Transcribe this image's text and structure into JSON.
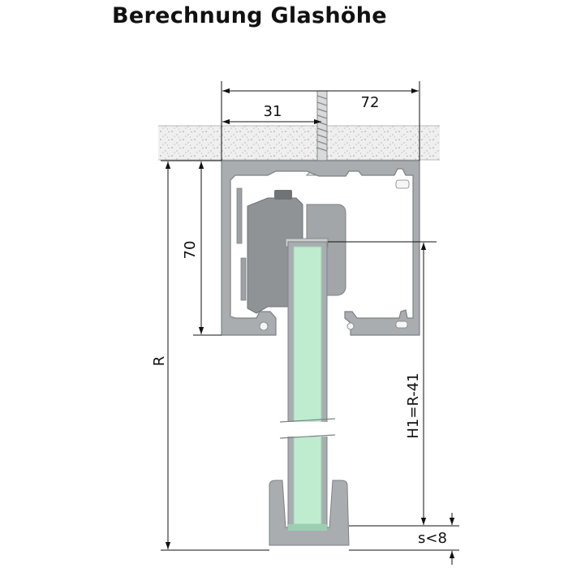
{
  "title": "Berechnung Glashöhe",
  "dimensions": {
    "width_total": "72",
    "width_screw": "31",
    "profile_height": "70",
    "room_height": "R",
    "glass_height": "H1=R-41",
    "floor_gap": "s<8"
  },
  "colors": {
    "profile": "#a9adaf",
    "profile_edge": "#7c8184",
    "carriage": "#8f9396",
    "glass": "#bfeccf",
    "ceiling": "#ececec",
    "dim_line": "#111111"
  }
}
